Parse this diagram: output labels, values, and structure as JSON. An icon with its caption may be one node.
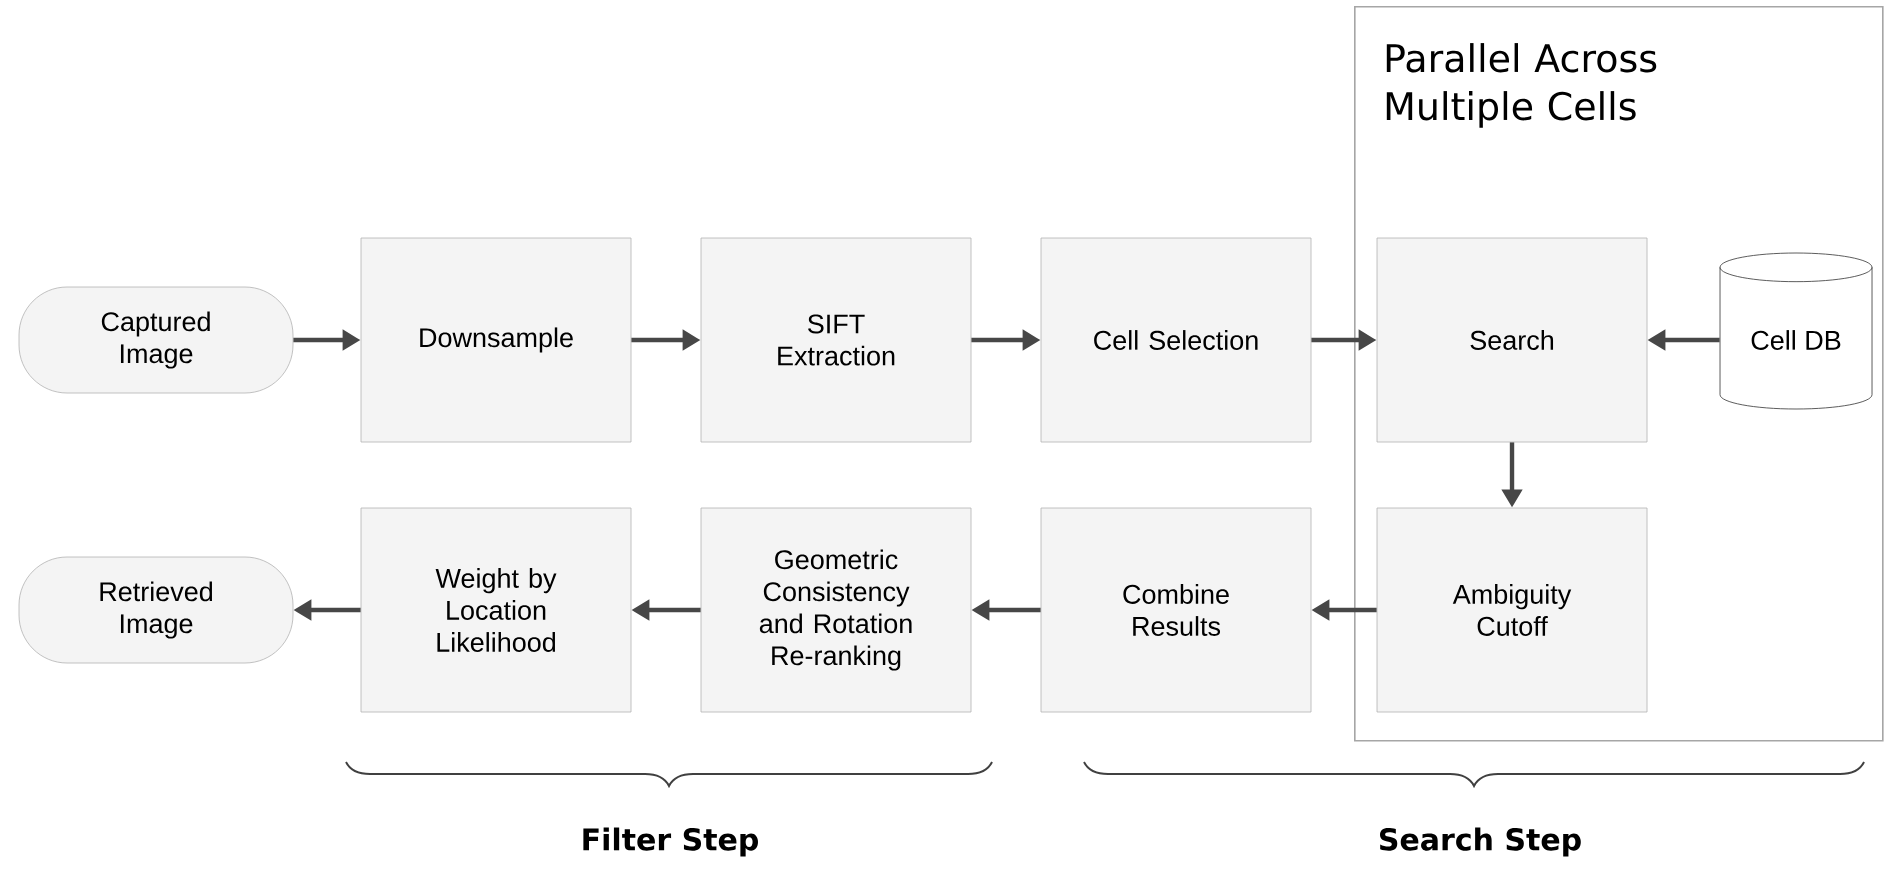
{
  "diagram": {
    "nodes": [
      {
        "text": [
          "Parallel Across Multiple Cells"
        ]
      },
      {
        "text": [
          "Captured Image"
        ]
      },
      {
        "text": [
          "Downsample"
        ]
      },
      {
        "text": [
          "SIFT Extraction"
        ]
      },
      {
        "text": [
          "Cell Selection"
        ]
      },
      {
        "text": [
          "Search"
        ],
        "in": 0
      },
      {
        "text": [
          "Cell DB"
        ],
        "in": 0
      },
      {
        "text": [
          "Ambiguity Cutoff"
        ],
        "in": 0
      },
      {
        "text": [
          "Combine Results"
        ]
      },
      {
        "text": [
          "Geometric Consistency and Rotation Re-ranking"
        ]
      },
      {
        "text": [
          "Weight by Location Likelihood"
        ]
      },
      {
        "text": [
          "Retrieved Image"
        ]
      }
    ],
    "edges": [
      {
        "from": 1,
        "to": 2,
        "arrow": "to"
      },
      {
        "from": 2,
        "to": 3,
        "arrow": "to"
      },
      {
        "from": 3,
        "to": 4,
        "arrow": "to"
      },
      {
        "from": 4,
        "to": 5,
        "arrow": "to"
      },
      {
        "from": 6,
        "to": 5,
        "arrow": "to"
      },
      {
        "from": 5,
        "to": 7,
        "arrow": "to"
      },
      {
        "from": 7,
        "to": 8,
        "arrow": "to"
      },
      {
        "from": 8,
        "to": 9,
        "arrow": "to"
      },
      {
        "from": 9,
        "to": 10,
        "arrow": "to"
      },
      {
        "from": 10,
        "to": 11,
        "arrow": "to"
      }
    ],
    "labels": [
      "Filter Step",
      "Search Step"
    ]
  }
}
